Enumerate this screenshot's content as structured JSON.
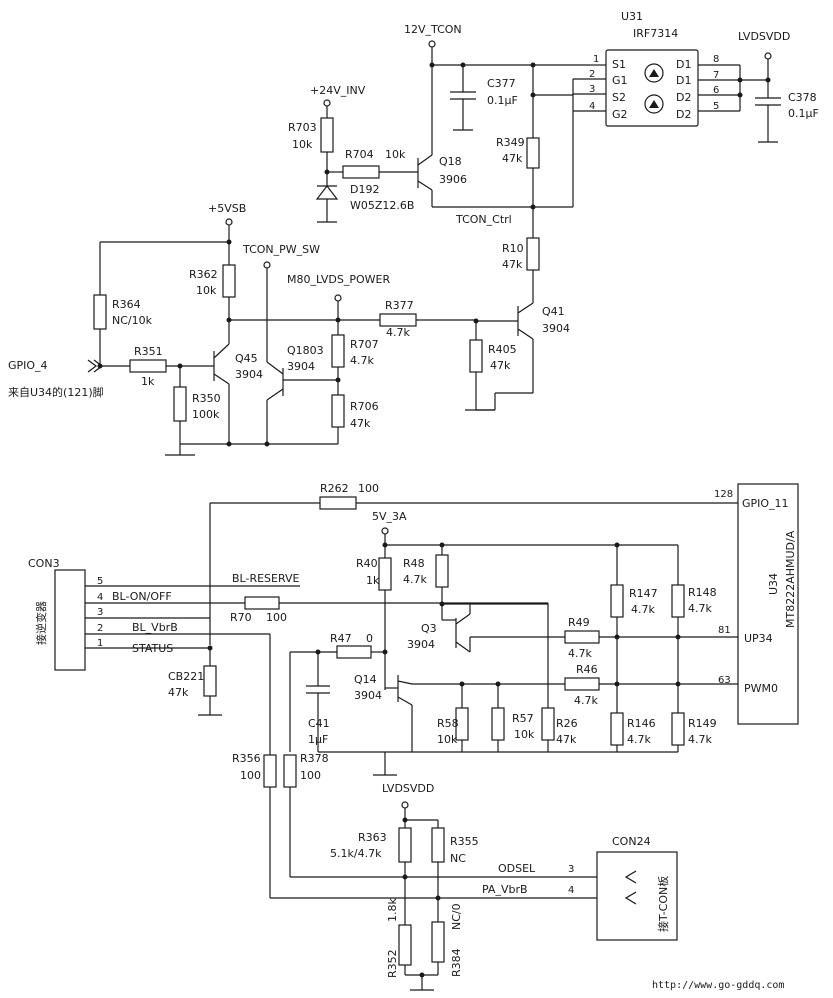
{
  "rails": {
    "v12_tcon": "12V_TCON",
    "v24_inv": "+24V_INV",
    "v5vsb": "+5VSB",
    "lvdsvdd_top": "LVDSVDD",
    "lvdsvdd_bottom": "LVDSVDD",
    "v5v_3a": "5V_3A"
  },
  "nets": {
    "tcon_pw_sw": "TCON_PW_SW",
    "m80_lvds_power": "M80_LVDS_POWER",
    "tcon_ctrl": "TCON_Ctrl",
    "gpio4": "GPIO_4",
    "gpio4_note": "来自U34的(121)脚",
    "bl_reserve": "BL-RESERVE",
    "bl_onoff": "BL-ON/OFF",
    "bl_vbrb": "BL_VbrB",
    "status": "STATUS",
    "odsel": "ODSEL",
    "pa_vbrb": "PA_VbrB"
  },
  "u31": {
    "ref": "U31",
    "part": "IRF7314",
    "pins_left": [
      {
        "num": "1",
        "name": "S1"
      },
      {
        "num": "2",
        "name": "G1"
      },
      {
        "num": "3",
        "name": "S2"
      },
      {
        "num": "4",
        "name": "G2"
      }
    ],
    "pins_right": [
      {
        "num": "8",
        "name": "D1"
      },
      {
        "num": "7",
        "name": "D1"
      },
      {
        "num": "6",
        "name": "D2"
      },
      {
        "num": "5",
        "name": "D2"
      }
    ]
  },
  "u34": {
    "ref": "U34",
    "part": "MT8222AHMUD/A",
    "pins": [
      {
        "num": "128",
        "name": "GPIO_11"
      },
      {
        "num": "81",
        "name": "UP34"
      },
      {
        "num": "63",
        "name": "PWM0"
      }
    ]
  },
  "con3": {
    "ref": "CON3",
    "desc": "接逆变器",
    "pins": [
      "5",
      "4",
      "3",
      "2",
      "1"
    ]
  },
  "con24": {
    "ref": "CON24",
    "desc": "接T-CON板",
    "pins": [
      "3",
      "4"
    ]
  },
  "components": {
    "c377": {
      "ref": "C377",
      "val": "0.1μF"
    },
    "c378": {
      "ref": "C378",
      "val": "0.1μF"
    },
    "r703": {
      "ref": "R703",
      "val": "10k"
    },
    "r704": {
      "ref": "R704",
      "val": "10k"
    },
    "d192": {
      "ref": "D192",
      "val": "W05Z12.6B"
    },
    "q18": {
      "ref": "Q18",
      "val": "3906"
    },
    "r349": {
      "ref": "R349",
      "val": "47k"
    },
    "r10": {
      "ref": "R10",
      "val": "47k"
    },
    "q41": {
      "ref": "Q41",
      "val": "3904"
    },
    "r405": {
      "ref": "R405",
      "val": "47k"
    },
    "r377": {
      "ref": "R377",
      "val": "4.7k"
    },
    "r707": {
      "ref": "R707",
      "val": "4.7k"
    },
    "r706": {
      "ref": "R706",
      "val": "47k"
    },
    "q1803": {
      "ref": "Q1803",
      "val": "3904"
    },
    "q45": {
      "ref": "Q45",
      "val": "3904"
    },
    "r362": {
      "ref": "R362",
      "val": "10k"
    },
    "r364": {
      "ref": "R364",
      "val": "NC/10k"
    },
    "r351": {
      "ref": "R351",
      "val": "1k"
    },
    "r350": {
      "ref": "R350",
      "val": "100k"
    },
    "r262": {
      "ref": "R262",
      "val": "100"
    },
    "r40": {
      "ref": "R40",
      "val": "1k"
    },
    "r48": {
      "ref": "R48",
      "val": "4.7k"
    },
    "r147": {
      "ref": "R147",
      "val": "4.7k"
    },
    "r148": {
      "ref": "R148",
      "val": "4.7k"
    },
    "r70": {
      "ref": "R70",
      "val": "100"
    },
    "q3": {
      "ref": "Q3",
      "val": "3904"
    },
    "r49": {
      "ref": "R49",
      "val": "4.7k"
    },
    "r47": {
      "ref": "R47",
      "val": "0"
    },
    "q14": {
      "ref": "Q14",
      "val": "3904"
    },
    "r46": {
      "ref": "R46",
      "val": "4.7k"
    },
    "cb221": {
      "ref": "CB221",
      "val": "47k"
    },
    "c41": {
      "ref": "C41",
      "val": "1μF"
    },
    "r58": {
      "ref": "R58",
      "val": "10k"
    },
    "r57": {
      "ref": "R57",
      "val": "10k"
    },
    "r26": {
      "ref": "R26",
      "val": "47k"
    },
    "r146": {
      "ref": "R146",
      "val": "4.7k"
    },
    "r149": {
      "ref": "R149",
      "val": "4.7k"
    },
    "r356": {
      "ref": "R356",
      "val": "100"
    },
    "r378": {
      "ref": "R378",
      "val": "100"
    },
    "r363": {
      "ref": "R363",
      "val": "5.1k/4.7k"
    },
    "r355": {
      "ref": "R355",
      "val": "NC"
    },
    "r352": {
      "ref": "R352",
      "val": "1.8k"
    },
    "r384": {
      "ref": "R384",
      "val": "NC/0"
    }
  },
  "watermark": "http://www.go-gddq.com"
}
